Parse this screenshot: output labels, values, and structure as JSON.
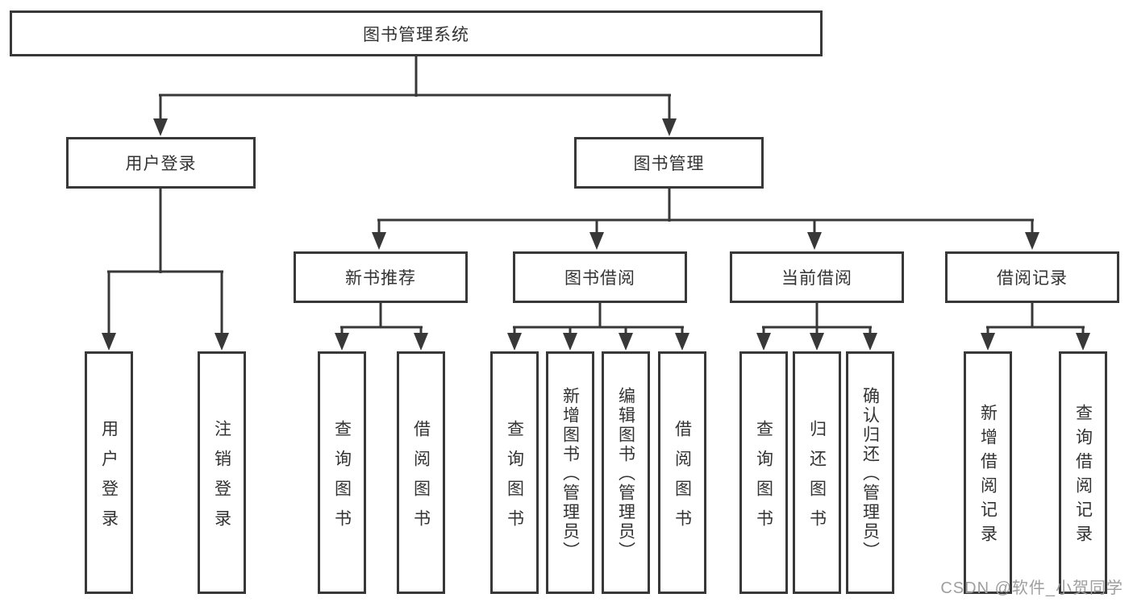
{
  "diagram": {
    "root": {
      "label": "图书管理系统"
    },
    "user_login": {
      "label": "用户登录",
      "children": [
        {
          "label": "用户登录"
        },
        {
          "label": "注销登录"
        }
      ]
    },
    "book_management": {
      "label": "图书管理",
      "groups": [
        {
          "label": "新书推荐",
          "children": [
            {
              "label": "查询图书"
            },
            {
              "label": "借阅图书"
            }
          ]
        },
        {
          "label": "图书借阅",
          "children": [
            {
              "label": "查询图书"
            },
            {
              "label": "新增图书（管理员）"
            },
            {
              "label": "编辑图书（管理员）"
            },
            {
              "label": "借阅图书"
            }
          ]
        },
        {
          "label": "当前借阅",
          "children": [
            {
              "label": "查询图书"
            },
            {
              "label": "归还图书"
            },
            {
              "label": "确认归还（管理员）"
            }
          ]
        },
        {
          "label": "借阅记录",
          "children": [
            {
              "label": "新增借阅记录"
            },
            {
              "label": "查询借阅记录"
            }
          ]
        }
      ]
    },
    "watermark": "CSDN @软件_小贺同学",
    "colors": {
      "line": "#383838",
      "text": "#333333",
      "watermark": "#9e9e9e"
    }
  }
}
